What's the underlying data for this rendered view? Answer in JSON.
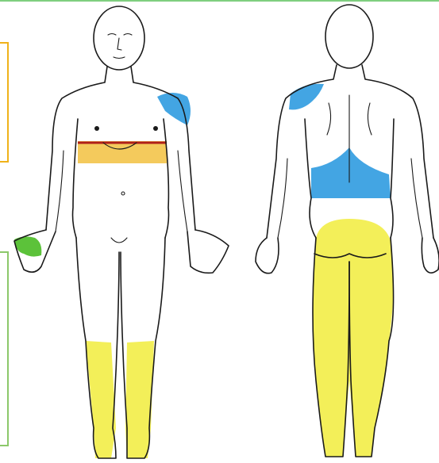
{
  "colors": {
    "background": "#ffffff",
    "outline": "#1a1a1a",
    "shoulder_zone": "#2f9be0",
    "chest_band": "#f3c44a",
    "chest_line": "#b0201a",
    "hand_zone": "#5cc23a",
    "leg_zone": "#f1ec3c",
    "frame_top": "#7fcf7f",
    "bracket_orange": "#f0b21a",
    "bracket_green": "#8cc86a"
  },
  "figures": [
    {
      "view": "front"
    },
    {
      "view": "back"
    }
  ],
  "zones": {
    "front": [
      "shoulder",
      "chest-band",
      "hand",
      "lower-legs"
    ],
    "back": [
      "shoulder",
      "lower-back",
      "buttocks-legs"
    ]
  }
}
